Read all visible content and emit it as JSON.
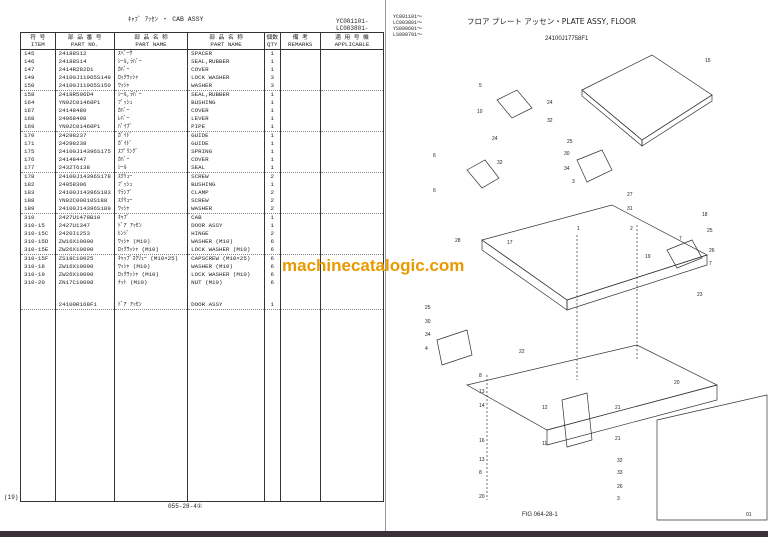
{
  "left_page": {
    "title": "ｷｬﾌﾞ ｱｯｾﾝ ・ CAB ASSY",
    "applicable_codes": [
      "YC001101-",
      "LC003801-"
    ],
    "headers": [
      {
        "jp": "符 号",
        "en": "ITEM"
      },
      {
        "jp": "部 品 番 号",
        "en": "PART NO."
      },
      {
        "jp": "部 品 名 称",
        "en": "PART NAME"
      },
      {
        "jp": "部 品 名 称",
        "en": "PART NAME"
      },
      {
        "jp": "個数",
        "en": "QTY"
      },
      {
        "jp": "備 考",
        "en": "REMARKS"
      },
      {
        "jp": "適 用 号 機",
        "en": "APPLICABLE"
      }
    ],
    "rows": [
      [
        "145",
        "24188S12",
        "ｽﾍﾟｰｻ",
        "SPACER",
        "1"
      ],
      [
        "146",
        "24188S14",
        "ｼｰﾙ,ﾗﾊﾞｰ",
        "SEAL,RUBBER",
        "1"
      ],
      [
        "147",
        "2414R282D1",
        "ｶﾊﾞｰ",
        "COVER",
        "1"
      ],
      [
        "149",
        "24100J11965S149",
        "ﾛｯｸﾜｯｼｬ",
        "LOCK WASHER",
        "3"
      ],
      [
        "150",
        "24100J11965S150",
        "ﾜｯｼｬ",
        "WASHER",
        "3"
      ],
      [
        "158",
        "2418R506D4",
        "ｼｰﾙ,ﾗﾊﾞｰ",
        "SEAL,RUBBER",
        "1"
      ],
      [
        "164",
        "YN02C01468P1",
        "ﾌﾞｯｼｭ",
        "BUSHING",
        "1"
      ],
      [
        "167",
        "24148480",
        "ｶﾊﾞｰ",
        "COVER",
        "1"
      ],
      [
        "168",
        "24068498",
        "ﾚﾊﾞｰ",
        "LEVER",
        "1"
      ],
      [
        "169",
        "YN02C01460P1",
        "ﾊﾟｲﾌﾟ",
        "PIPE",
        "1"
      ],
      [
        "170",
        "24298237",
        "ｶﾞｲﾄﾞ",
        "GUIDE",
        "1"
      ],
      [
        "171",
        "24298238",
        "ｶﾞｲﾄﾞ",
        "GUIDE",
        "1"
      ],
      [
        "175",
        "24100J14396S175",
        "ｽﾌﾟﾘﾝｸﾞ",
        "SPRING",
        "1"
      ],
      [
        "176",
        "24148447",
        "ｶﾊﾞｰ",
        "COVER",
        "1"
      ],
      [
        "177",
        "2432T6138",
        "ｼｰﾙ",
        "SEAL",
        "1"
      ],
      [
        "178",
        "24100J14396S178",
        "ｽｸﾘｭｰ",
        "SCREW",
        "2"
      ],
      [
        "182",
        "24058306",
        "ﾌﾞｯｼｭ",
        "BUSHING",
        "1"
      ],
      [
        "183",
        "24100J14396S183",
        "ｸﾗﾝﾌﾟ",
        "CLAMP",
        "2"
      ],
      [
        "188",
        "YN02C00010S188",
        "ｽｸﾘｭｰ",
        "SCREW",
        "2"
      ],
      [
        "189",
        "24100J14396S189",
        "ﾜｯｼｬ",
        "WASHER",
        "2"
      ],
      [
        "310",
        "2427U1479B10",
        "ｷｬﾌﾞ",
        "CAB",
        "1"
      ],
      [
        "310-15",
        "2427U1347",
        "ﾄﾞｱ ｱｯｾﾝ",
        "DOOR ASSY",
        "1"
      ],
      [
        "310-15C",
        "2420I1253",
        "ﾋﾝｼﾞ",
        "HINGE",
        "2"
      ],
      [
        "310-15D",
        "ZW16X10000",
        "ﾜｯｼｬ (M10)",
        "WASHER (M10)",
        "6"
      ],
      [
        "310-15E",
        "ZW26X10000",
        "ﾛｯｸﾜｯｼｬ (M10)",
        "LOCK WASHER (M10)",
        "6"
      ],
      [
        "310-15F",
        "ZS18C10025",
        "ｷｬｯﾌﾟｽｸﾘｭｰ (M10×25)",
        "CAPSCREW (M10×25)",
        "6"
      ],
      [
        "310-18",
        "ZW16X10000",
        "ﾜｯｼｬ (M10)",
        "WASHER (M10)",
        "6"
      ],
      [
        "310-19",
        "ZW26X10000",
        "ﾛｯｸﾜｯｼｬ (M10)",
        "LOCK WASHER (M10)",
        "6"
      ],
      [
        "310-20",
        "ZN17C10008",
        "ﾅｯﾄ (M10)",
        "NUT (M10)",
        "6"
      ]
    ],
    "extra_row": [
      "",
      "24100R168F1",
      "ﾄﾞｱ ｱｯｾﾝ",
      "DOOR ASSY",
      "1"
    ],
    "page_marker": "(19)",
    "footer": "055-28-4①"
  },
  "watermark": "machinecatalogic.com",
  "right_page": {
    "applicable_codes": [
      "YC001101～",
      "LC003801～",
      "YS000601～",
      "LS000701～"
    ],
    "title": "フロア プレート アッセン・PLATE ASSY, FLOOR",
    "part_number": "24100J17758F1",
    "callouts": [
      "15",
      "5",
      "24",
      "10",
      "32",
      "24",
      "6",
      "32",
      "25",
      "30",
      "34",
      "3",
      "6",
      "27",
      "31",
      "2",
      "18",
      "28",
      "17",
      "1",
      "7",
      "25",
      "19",
      "26",
      "23",
      "7",
      "25",
      "30",
      "34",
      "4",
      "22",
      "8",
      "20",
      "13",
      "14",
      "12",
      "21",
      "11",
      "16",
      "13",
      "32",
      "8",
      "33",
      "20",
      "26",
      "3",
      "21"
    ],
    "footer": "FIG 064-28-1",
    "page_number": "01",
    "mark": "01"
  },
  "colors": {
    "watermark": "#e89a00",
    "line": "#333333"
  }
}
